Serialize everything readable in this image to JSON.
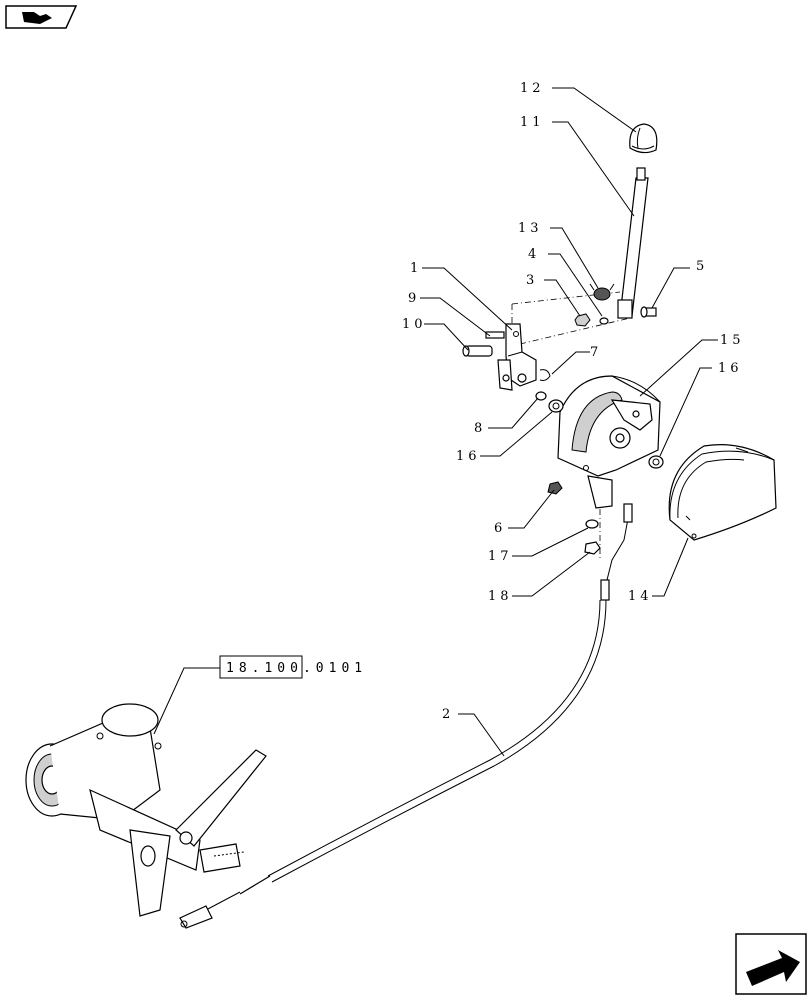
{
  "nav": {
    "top_icon": "book-arrow-icon",
    "bottom_icon": "next-page-arrow-icon"
  },
  "reference": {
    "code": "18.100.0101"
  },
  "callouts": [
    {
      "id": "c12",
      "label": "12"
    },
    {
      "id": "c11",
      "label": "11"
    },
    {
      "id": "c13",
      "label": "13"
    },
    {
      "id": "c4",
      "label": "4"
    },
    {
      "id": "c5",
      "label": "5"
    },
    {
      "id": "c3",
      "label": "3"
    },
    {
      "id": "c1",
      "label": "1"
    },
    {
      "id": "c9",
      "label": "9"
    },
    {
      "id": "c10",
      "label": "10"
    },
    {
      "id": "c7",
      "label": "7"
    },
    {
      "id": "c15",
      "label": "15"
    },
    {
      "id": "c16a",
      "label": "16"
    },
    {
      "id": "c8",
      "label": "8"
    },
    {
      "id": "c16b",
      "label": "16"
    },
    {
      "id": "c6",
      "label": "6"
    },
    {
      "id": "c17",
      "label": "17"
    },
    {
      "id": "c18",
      "label": "18"
    },
    {
      "id": "c14",
      "label": "14"
    },
    {
      "id": "c2",
      "label": "2"
    }
  ]
}
